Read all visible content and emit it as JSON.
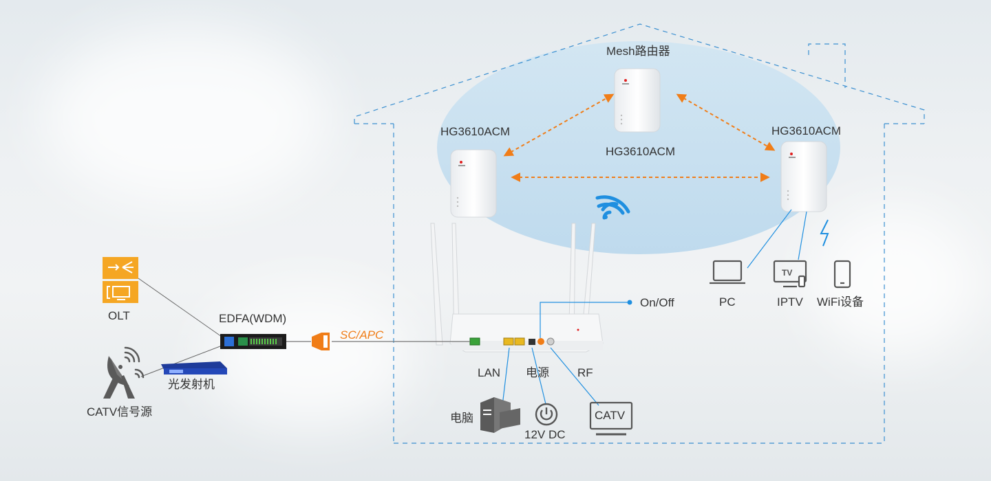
{
  "labels": {
    "mesh_router": "Mesh路由器",
    "node_left": "HG3610ACM",
    "node_center": "HG3610ACM",
    "node_right": "HG3610ACM",
    "pc": "PC",
    "iptv": "IPTV",
    "wifi_device": "WiFi设备",
    "on_off": "On/Off",
    "olt": "OLT",
    "edfa": "EDFA(WDM)",
    "sc_apc": "SC/APC",
    "transmitter": "光发射机",
    "catv_source": "CATV信号源",
    "lan": "LAN",
    "power": "电源",
    "rf": "RF",
    "computer": "电脑",
    "dc": "12V DC",
    "catv_tv": "CATV",
    "tv_icon_text": "TV"
  },
  "colors": {
    "dashed_house": "#3a8fd0",
    "mesh_arrow": "#f07d18",
    "mesh_zone": "#bcd9ec",
    "olt_orange": "#f5a623",
    "wifi_blue": "#1f8fe0",
    "icon_gray": "#555555"
  }
}
